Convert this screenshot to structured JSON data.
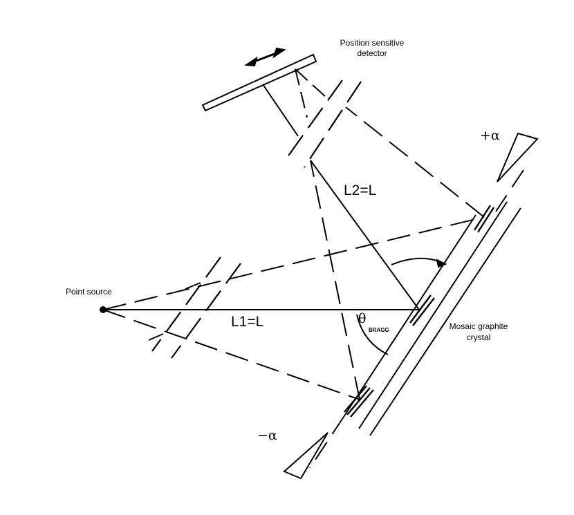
{
  "labels": {
    "detector_line1": "Position sensitive",
    "detector_line2": "detector",
    "point_source": "Point source",
    "crystal_line1": "Mosaic graphite",
    "crystal_line2": "crystal",
    "l1": "L1=L",
    "l2": "L2=L",
    "theta_symbol": "θ",
    "theta_subscript": "BRAGG",
    "plus_alpha": "+α",
    "minus_alpha": "−α"
  }
}
